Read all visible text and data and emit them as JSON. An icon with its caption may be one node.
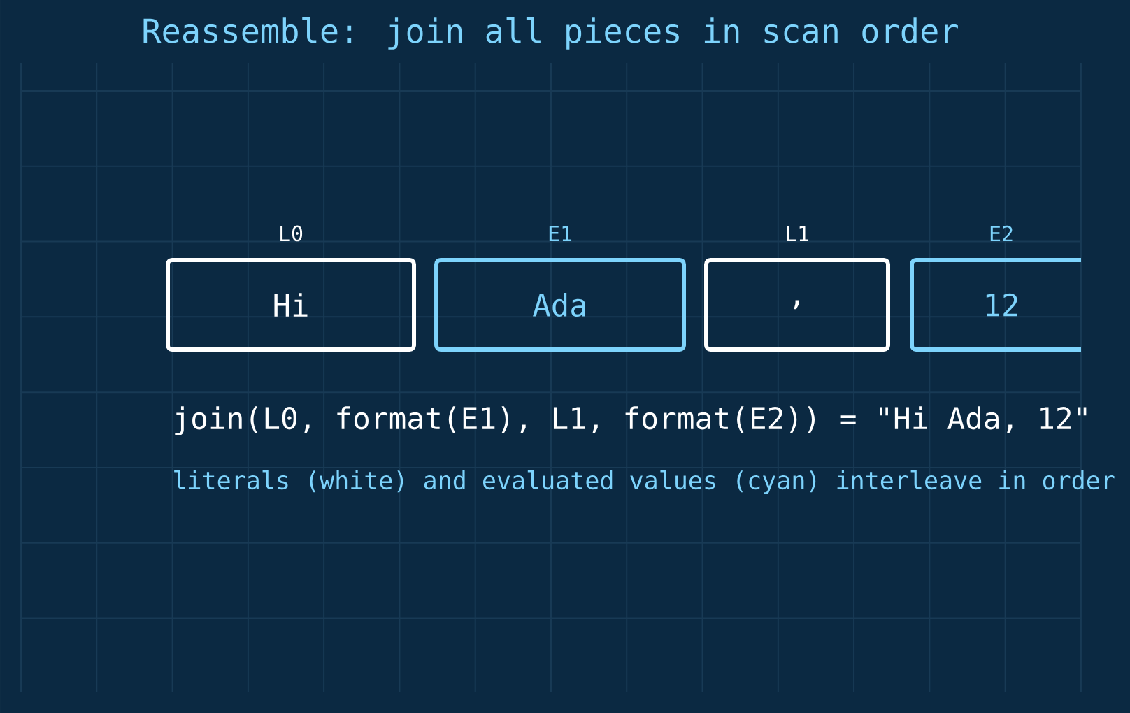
{
  "diagram": {
    "title": "Reassemble: join all pieces in scan order",
    "nodes": [
      {
        "text": [
          "L0",
          "Hi"
        ]
      },
      {
        "text": [
          "E1",
          "Ada"
        ]
      },
      {
        "text": [
          "L1",
          ","
        ]
      },
      {
        "text": [
          "E2",
          "12"
        ]
      }
    ],
    "labels": [
      "join(L0, format(E1), L1, format(E2)) = \"Hi Ada, 12\"",
      "literals (white) and evaluated values (cyan) interleave in order"
    ]
  }
}
